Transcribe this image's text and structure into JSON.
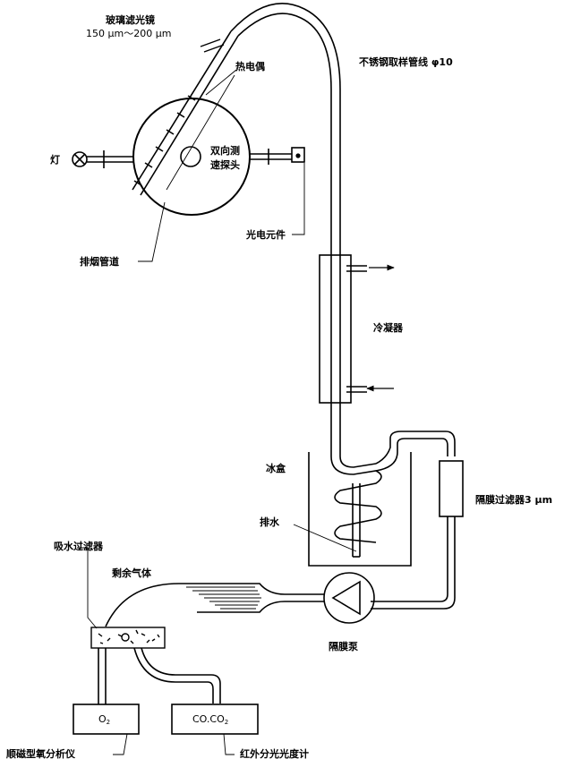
{
  "labels": {
    "glass_filter": "玻璃滤光镜",
    "glass_filter_spec": "150 μm～200 μm",
    "thermocouple": "热电偶",
    "steel_pipe": "不锈钢取样管线 φ10",
    "lamp": "灯",
    "probe_line1": "双向测",
    "probe_line2": "速探头",
    "photocell": "光电元件",
    "flue": "排烟管道",
    "condenser": "冷凝器",
    "ice_box": "冰盒",
    "membrane_filter": "隔膜过滤器3 μm",
    "drain": "排水",
    "water_filter": "吸水过滤器",
    "residual_gas": "剩余气体",
    "diaphragm_pump": "隔膜泵",
    "paramagnetic": "顺磁型氧分析仪",
    "infrared": "红外分光光度计"
  },
  "analyzers": {
    "o2_main": "O",
    "o2_sub": "2",
    "co_main": "CO.CO",
    "co_sub": "2"
  }
}
